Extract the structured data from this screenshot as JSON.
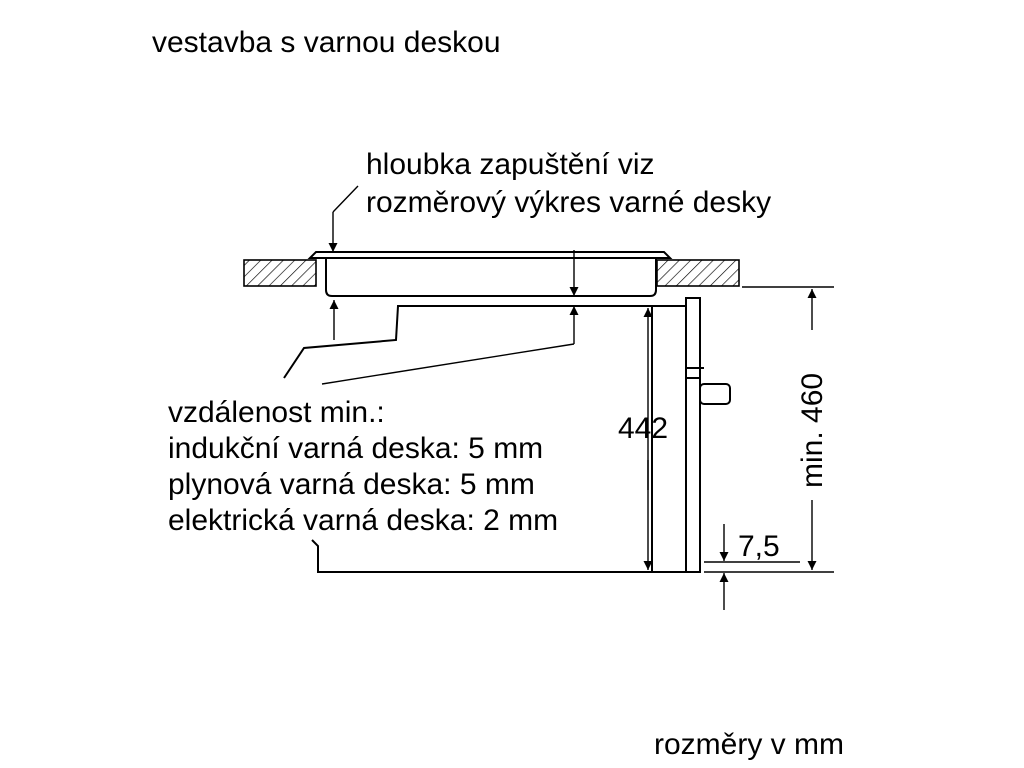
{
  "title": "vestavba s varnou deskou",
  "recess_note": {
    "line1": "hloubka zapuštění viz",
    "line2": "rozměrový výkres varné desky"
  },
  "distance_note": {
    "line1": "vzdálenost min.:",
    "line2": "indukční varná deska: 5 mm",
    "line3": "plynová varná deska: 5 mm",
    "line4": "elektrická varná deska: 2 mm"
  },
  "dimensions": {
    "inner_height": "442",
    "min_height": "min. 460",
    "offset": "7,5"
  },
  "units_note": "rozměry v mm"
}
